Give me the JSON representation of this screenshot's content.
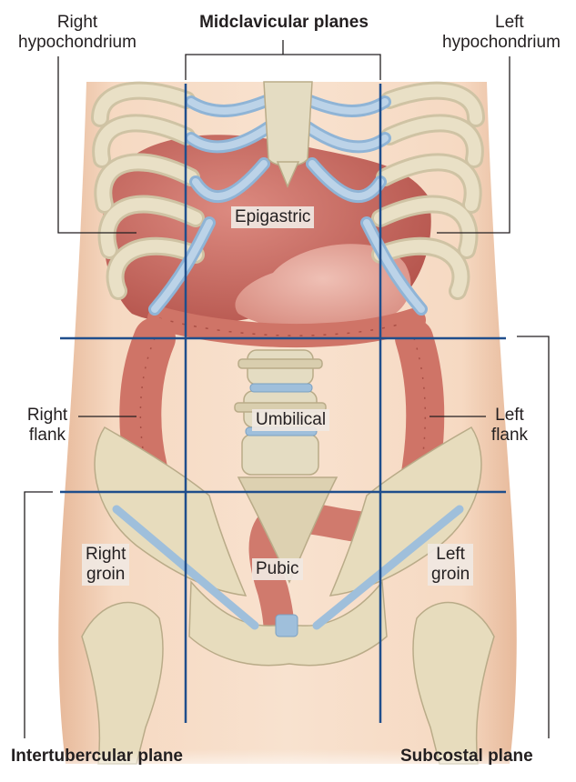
{
  "labels": {
    "right_hypochondrium": [
      "Right",
      "hypochondrium"
    ],
    "left_hypochondrium": [
      "Left",
      "hypochondrium"
    ],
    "midclavicular_planes": "Midclavicular planes",
    "epigastric": "Epigastric",
    "right_flank": [
      "Right",
      "flank"
    ],
    "left_flank": [
      "Left",
      "flank"
    ],
    "umbilical": "Umbilical",
    "right_groin": [
      "Right",
      "groin"
    ],
    "left_groin": [
      "Left",
      "groin"
    ],
    "pubic": "Pubic",
    "intertubercular_plane": "Intertubercular plane",
    "subcostal_plane": "Subcostal plane"
  },
  "colors": {
    "plane_line": "#1f4e8c",
    "leader_line": "#231f20",
    "skin": "#f3d2b8",
    "rib_bone": "#e6dcc0",
    "costal_cartilage": "#a7c4de",
    "liver": "#c9675f",
    "stomach": "#e3a096",
    "colon": "#cf7467",
    "vertebra": "#e4dcc2",
    "pelvis": "#e7dcbd"
  }
}
